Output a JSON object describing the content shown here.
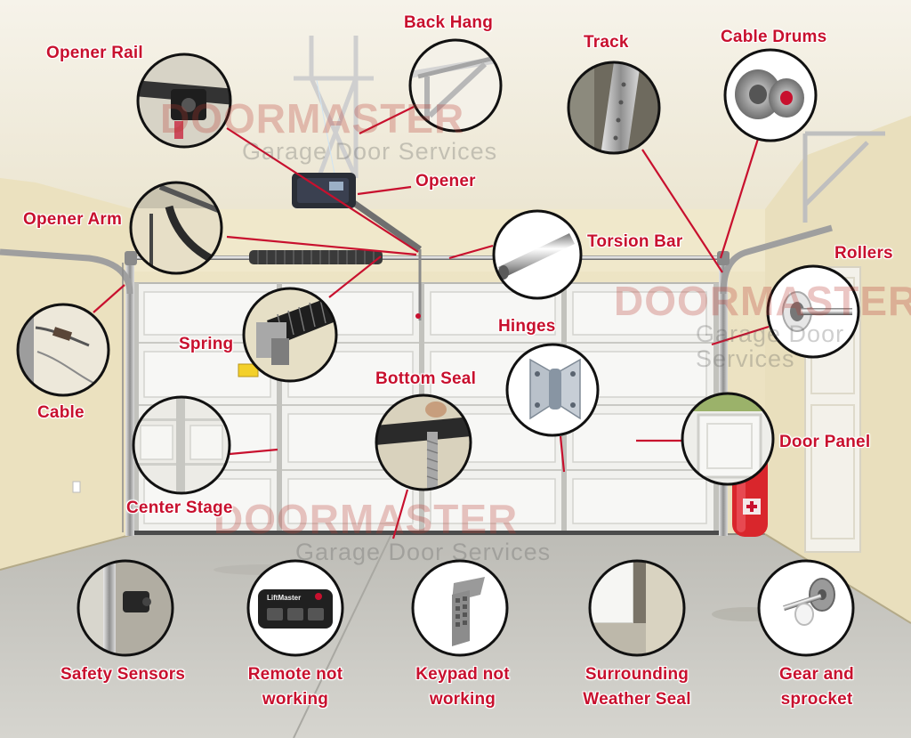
{
  "watermark": {
    "brand": "DOORMASTER",
    "tagline": "Garage Door Services"
  },
  "parts": [
    {
      "id": "opener-rail",
      "label": "Opener Rail"
    },
    {
      "id": "back-hang",
      "label": "Back Hang"
    },
    {
      "id": "track",
      "label": "Track"
    },
    {
      "id": "cable-drums",
      "label": "Cable Drums"
    },
    {
      "id": "opener",
      "label": "Opener"
    },
    {
      "id": "opener-arm",
      "label": "Opener Arm"
    },
    {
      "id": "torsion-bar",
      "label": "Torsion Bar"
    },
    {
      "id": "rollers",
      "label": "Rollers"
    },
    {
      "id": "cable",
      "label": "Cable"
    },
    {
      "id": "spring",
      "label": "Spring"
    },
    {
      "id": "hinges",
      "label": "Hinges"
    },
    {
      "id": "bottom-seal",
      "label": "Bottom Seal"
    },
    {
      "id": "door-panel",
      "label": "Door Panel"
    },
    {
      "id": "center-stage",
      "label": "Center Stage"
    }
  ],
  "issues": [
    {
      "id": "safety-sensors",
      "label": "Safety Sensors"
    },
    {
      "id": "remote",
      "label_line1": "Remote not",
      "label_line2": "working"
    },
    {
      "id": "keypad",
      "label_line1": "Keypad not",
      "label_line2": "working"
    },
    {
      "id": "weather-seal",
      "label_line1": "Surrounding",
      "label_line2": "Weather Seal"
    },
    {
      "id": "gear",
      "label_line1": "Gear and",
      "label_line2": "sprocket"
    }
  ],
  "remote_brand": "LiftMaster",
  "colors": {
    "label": "#c8102e",
    "leader": "#c8102e",
    "wall": "#efe6c8",
    "ceiling": "#f3efe2",
    "door": "#f2f2ef",
    "floor": "#c9c8c2"
  }
}
